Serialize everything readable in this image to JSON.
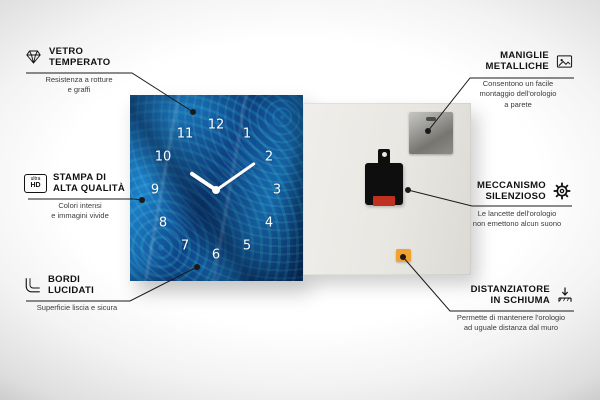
{
  "clock": {
    "numbers": [
      "12",
      "1",
      "2",
      "3",
      "4",
      "5",
      "6",
      "7",
      "8",
      "9",
      "10",
      "11"
    ]
  },
  "callouts": [
    {
      "id": "vetro-temperato",
      "icon": "diamond-icon",
      "title_lines": [
        "VETRO",
        "TEMPERATO"
      ],
      "desc_lines": [
        "Resistenza a rotture",
        "e graffi"
      ]
    },
    {
      "id": "stampa-alta-qualita",
      "icon": "ultra-hd-icon",
      "icon_text_top": "ultra",
      "icon_text_bottom": "HD",
      "title_lines": [
        "STAMPA DI",
        "ALTA QUALITÀ"
      ],
      "desc_lines": [
        "Colori intensi",
        "e immagini vivide"
      ]
    },
    {
      "id": "bordi-lucidati",
      "icon": "polished-edge-icon",
      "title_lines": [
        "BORDI",
        "LUCIDATI"
      ],
      "desc_lines": [
        "Superficie liscia e sicura"
      ]
    },
    {
      "id": "maniglie-metalliche",
      "icon": "picture-frame-icon",
      "title_lines": [
        "MANIGLIE",
        "METALLICHE"
      ],
      "desc_lines": [
        "Consentono un facile",
        "montaggio dell'orologio",
        "a parete"
      ]
    },
    {
      "id": "meccanismo-silenzioso",
      "icon": "gear-icon",
      "title_lines": [
        "MECCANISMO",
        "SILENZIOSO"
      ],
      "desc_lines": [
        "Le lancette dell'orologio",
        "non emettono alcun suono"
      ]
    },
    {
      "id": "distanziatore-in-schiuma",
      "icon": "wall-spacer-arrow-icon",
      "title_lines": [
        "DISTANZIATORE",
        "IN SCHIUMA"
      ],
      "desc_lines": [
        "Permette di mantenere l'orologio",
        "ad uguale distanza dal muro"
      ]
    }
  ],
  "colors": {
    "clock_face_blue": "#11529b",
    "foam_spacer_orange": "#f2a22f",
    "mechanism_black": "#0e0e0e",
    "connector_line": "#1a1a1a"
  }
}
